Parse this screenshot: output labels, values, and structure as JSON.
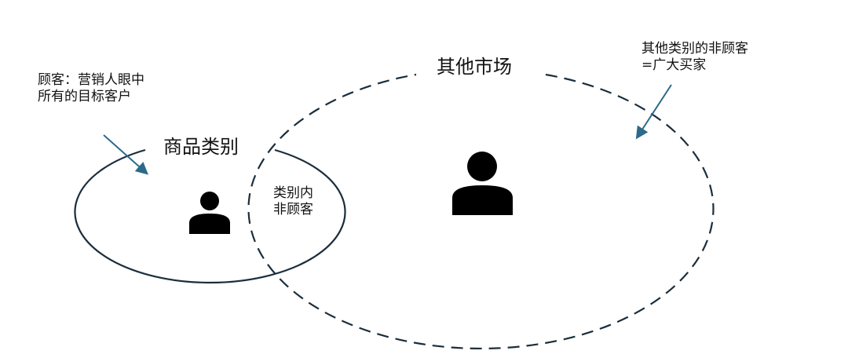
{
  "annotations": {
    "customers_note": [
      "顾客：营销人眼中",
      "所有的目标客户"
    ],
    "non_customers_note": [
      "其他类别的非顾客",
      "=广大买家"
    ]
  },
  "labels": {
    "category": "商品类别",
    "other_market": "其他市场",
    "in_category_non_customers": [
      "类别内",
      "非顾客"
    ]
  },
  "colors": {
    "outline": "#1b2e3c",
    "arrow": "#2b6a8a"
  }
}
